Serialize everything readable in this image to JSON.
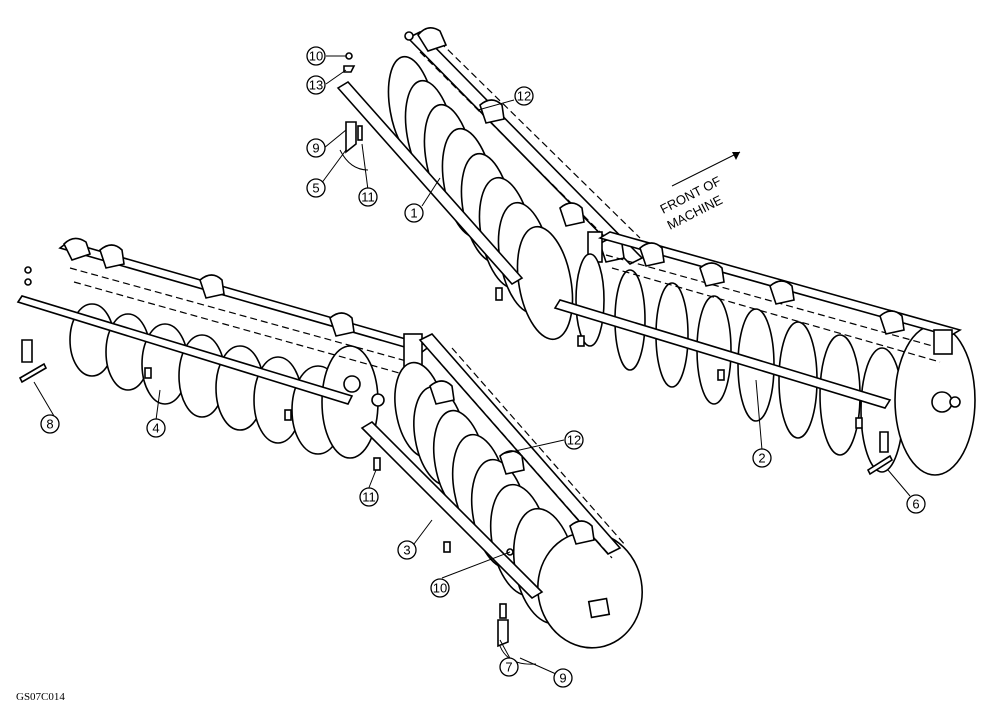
{
  "figure_code": "GS07C014",
  "front_label": {
    "line1": "FRONT OF",
    "line2": "MACHINE"
  },
  "callouts": [
    "1",
    "2",
    "3",
    "4",
    "5",
    "6",
    "7",
    "8",
    "9",
    "9",
    "10",
    "10",
    "11",
    "11",
    "12",
    "12",
    "13"
  ]
}
